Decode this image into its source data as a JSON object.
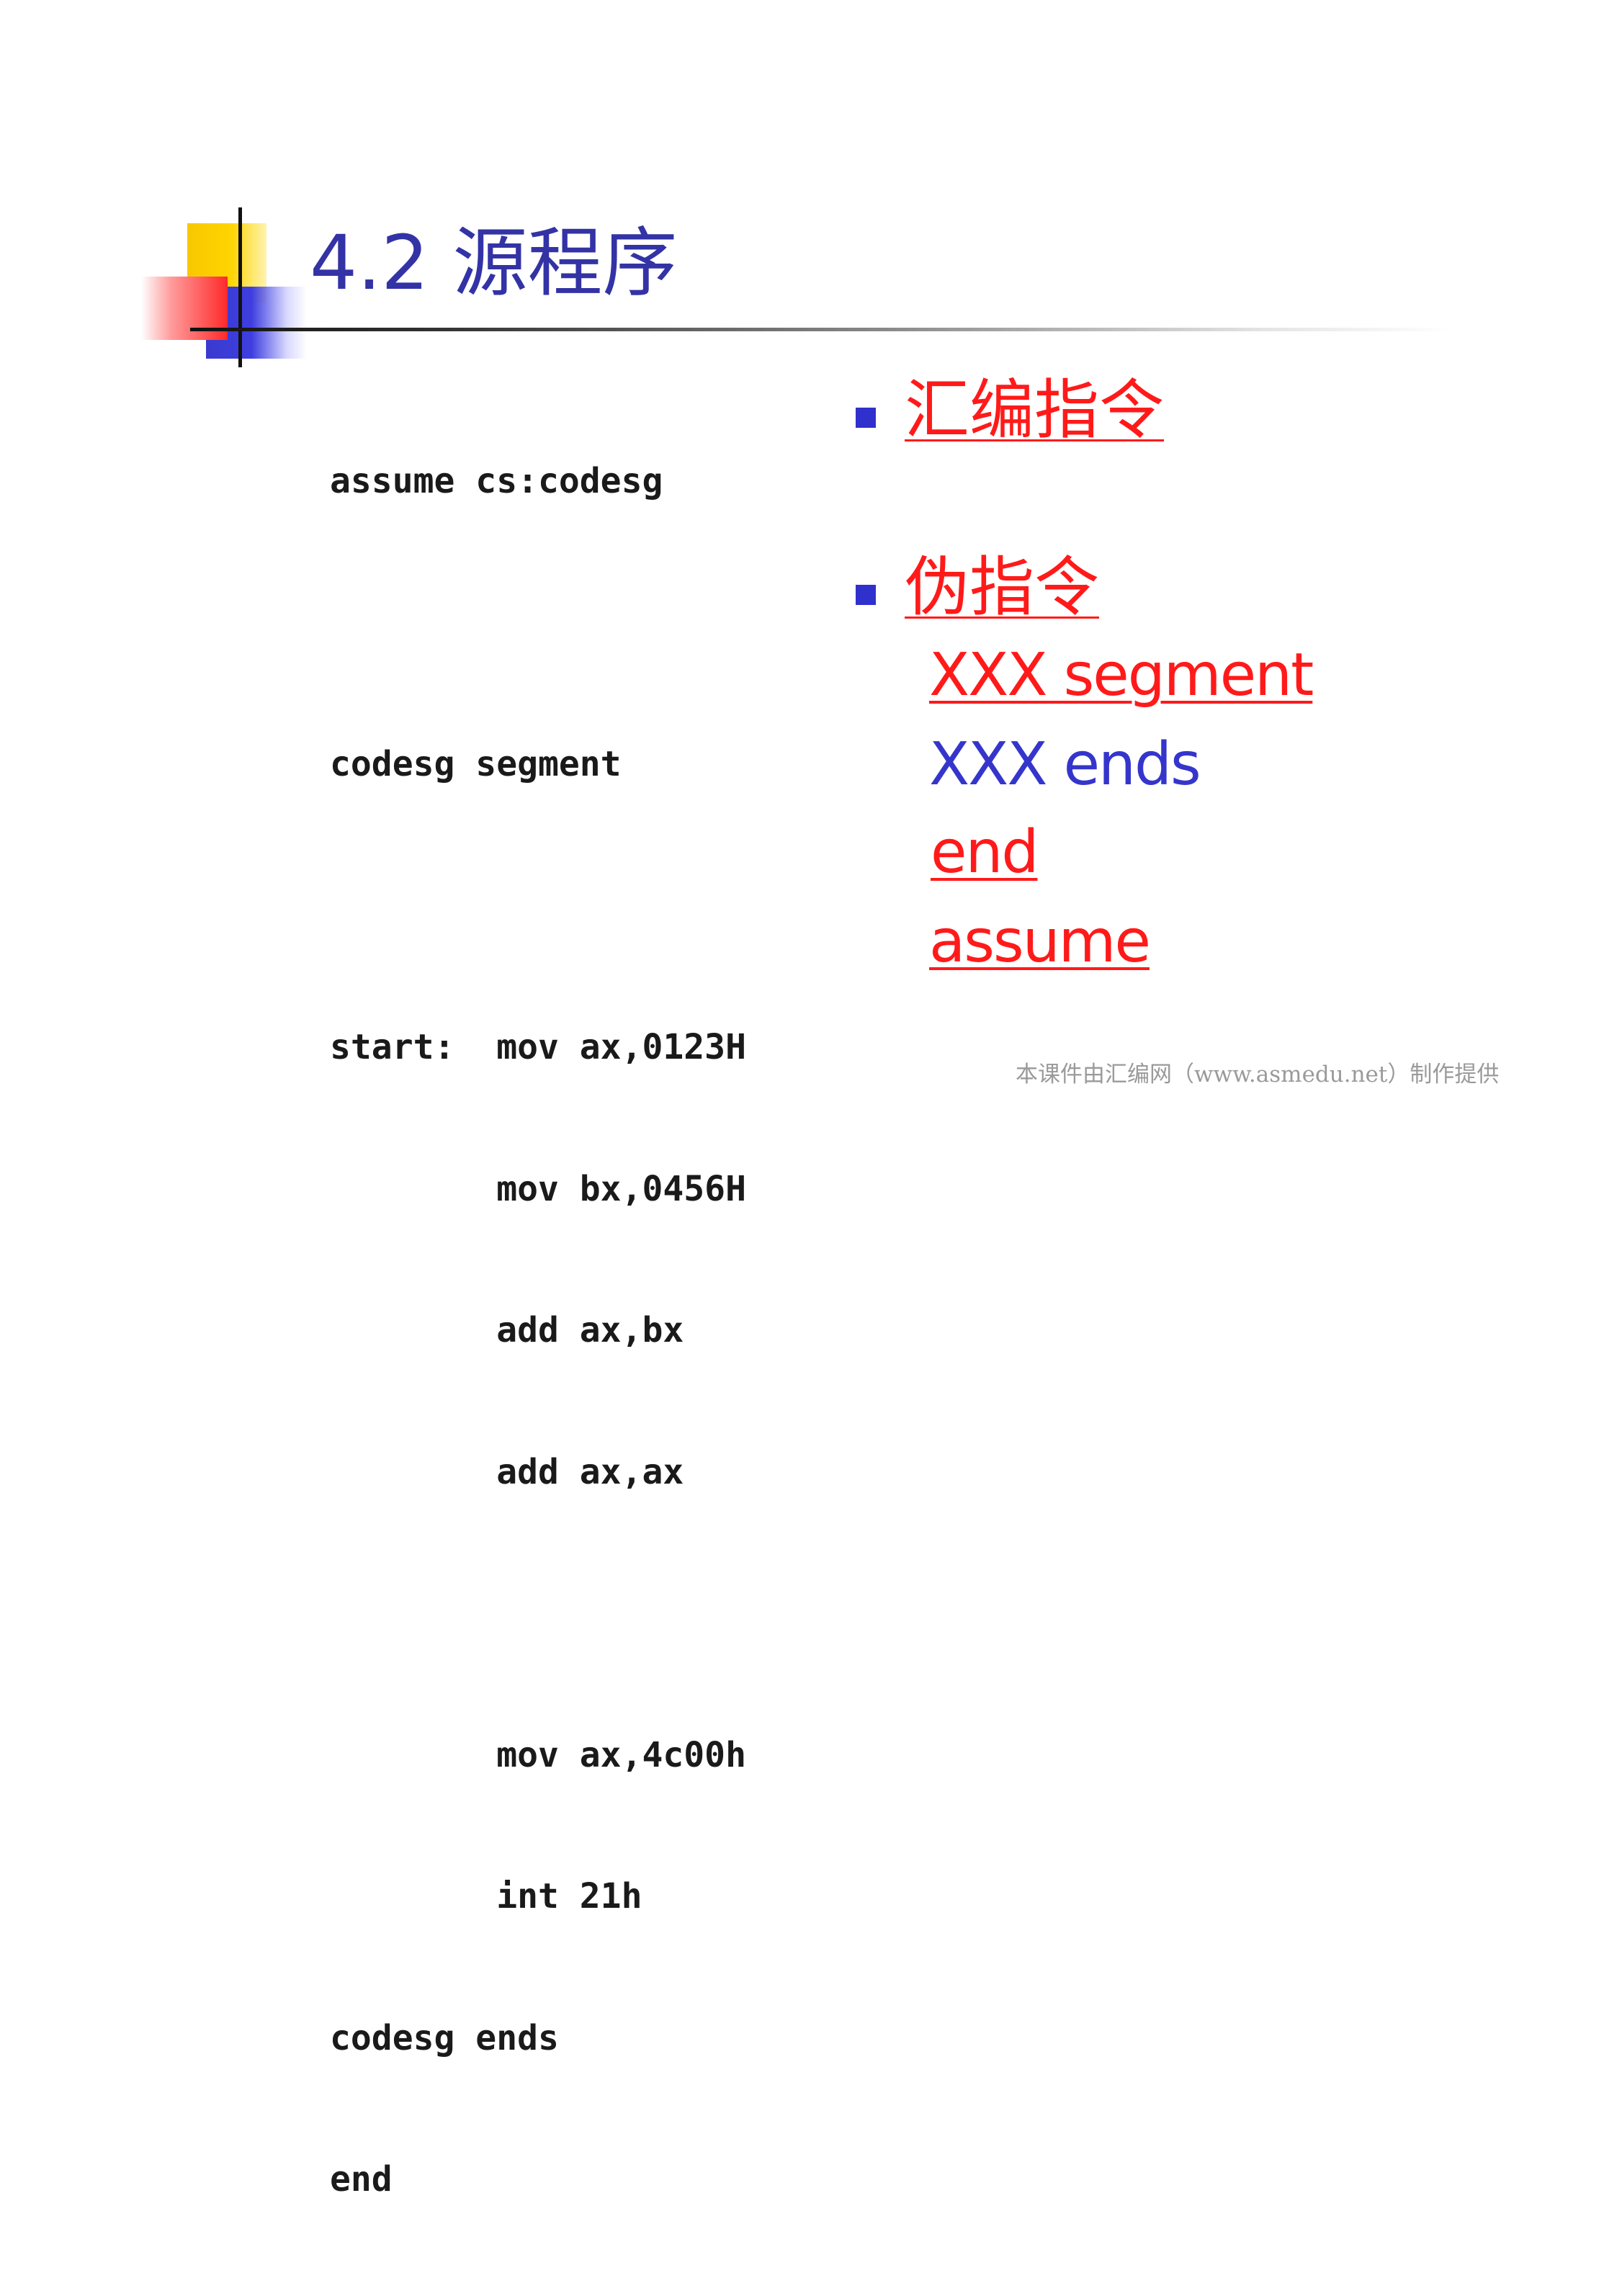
{
  "slide": {
    "title_number": "4.2 ",
    "title_text": "源程序",
    "code_lines": [
      "assume cs:codesg",
      "",
      "codesg segment",
      "",
      "start:  mov ax,0123H",
      "        mov bx,0456H",
      "        add ax,bx",
      "        add ax,ax",
      "",
      "        mov ax,4c00h",
      "        int 21h",
      "codesg ends",
      "end"
    ],
    "bullets": [
      {
        "label": "汇编指令"
      },
      {
        "label": "伪指令"
      }
    ],
    "pseudo_items": [
      {
        "text": "XXX segment",
        "color": "#ff1a1a"
      },
      {
        "text": "XXX ends",
        "color": "#3535cc"
      },
      {
        "text": "end",
        "color": "#ff1a1a"
      },
      {
        "text": "assume",
        "color": "#ff1a1a"
      }
    ],
    "footer": "本课件由汇编网（www.asmedu.net）制作提供",
    "colors": {
      "title": "#3333a6",
      "accent_red": "#ff1a1a",
      "accent_blue": "#3030cc",
      "ornament_yellow": "#ffd400",
      "ornament_red": "#ff2a2a",
      "ornament_blue": "#3a3ad0"
    }
  }
}
